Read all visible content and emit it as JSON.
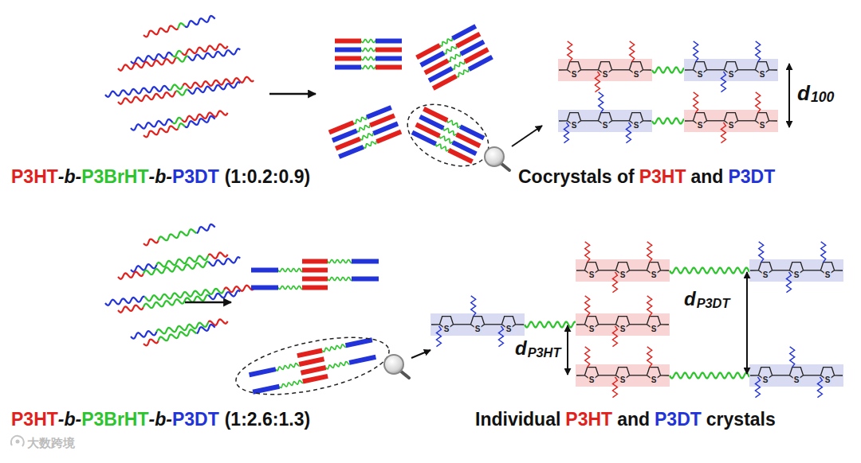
{
  "diagram": {
    "labels": [
      "P3HT",
      "-b-",
      "P3BrHT",
      "-b-",
      "P3DT",
      "(1:0.2:0.9)",
      "Cocrystals of",
      "P3HT",
      "and",
      "P3DT",
      "d",
      "100",
      "S",
      "S",
      "S",
      "S",
      "S",
      "S",
      "S",
      "S",
      "S",
      "S",
      "S",
      "S",
      "d",
      "P3HT",
      "d",
      "P3DT",
      "S",
      "S",
      "S",
      "S",
      "S",
      "S",
      "S",
      "S",
      "S",
      "S",
      "S",
      "S",
      "S",
      "S",
      "S",
      "S",
      "S",
      "S",
      "P3HT",
      "-b-",
      "P3BrHT",
      "-b-",
      "P3DT",
      "(1:2.6:1.3)",
      "Individual",
      "P3HT",
      "and",
      "P3DT",
      "crystals",
      "大数跨境"
    ]
  }
}
